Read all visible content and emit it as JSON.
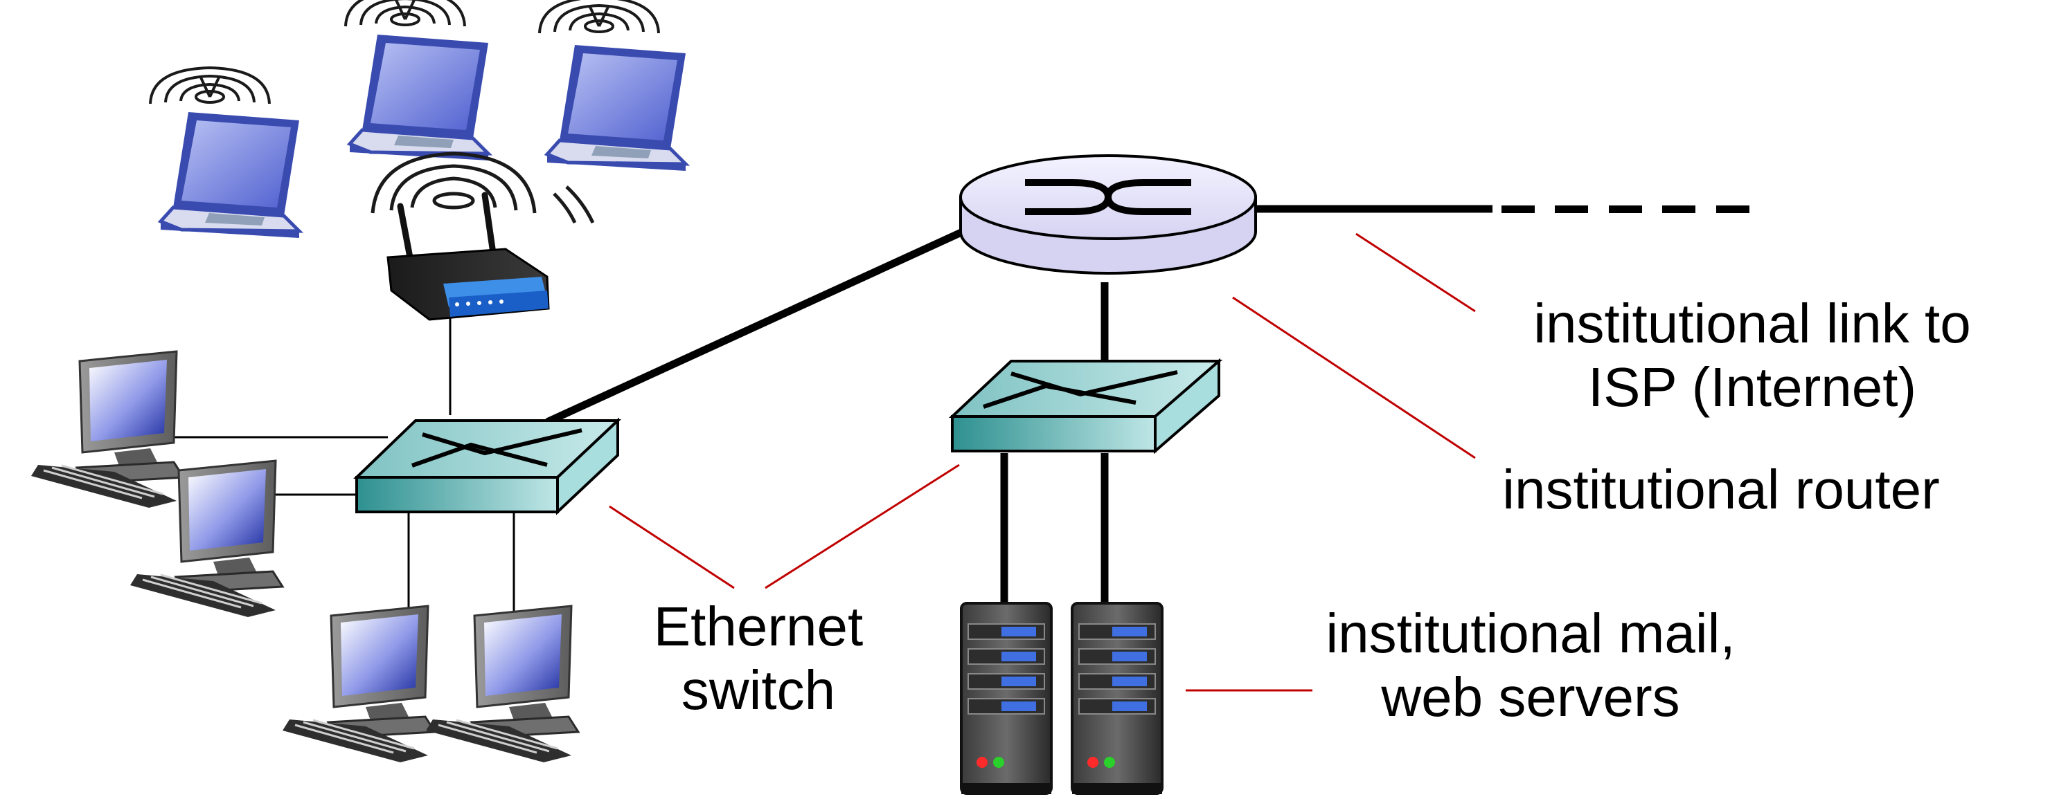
{
  "labels": {
    "isp_link": [
      "institutional link to",
      "ISP (Internet)"
    ],
    "router": "institutional router",
    "switch": [
      "Ethernet",
      "switch"
    ],
    "servers": [
      "institutional mail,",
      "web servers"
    ]
  },
  "icons": {
    "laptops": "laptop-icon",
    "wireless_ap": "wireless-access-point-icon",
    "router": "router-icon",
    "switch": "ethernet-switch-icon",
    "desktops": "desktop-computer-icon",
    "servers": "server-tower-icon"
  },
  "colors": {
    "device_blue": "#3a4bb0",
    "screen_blue": "#2f3fae",
    "switch_teal": "#4fa8a8",
    "router_lavender": "#e8e6fb",
    "callout_red": "#c00000",
    "link_black": "#000000"
  }
}
